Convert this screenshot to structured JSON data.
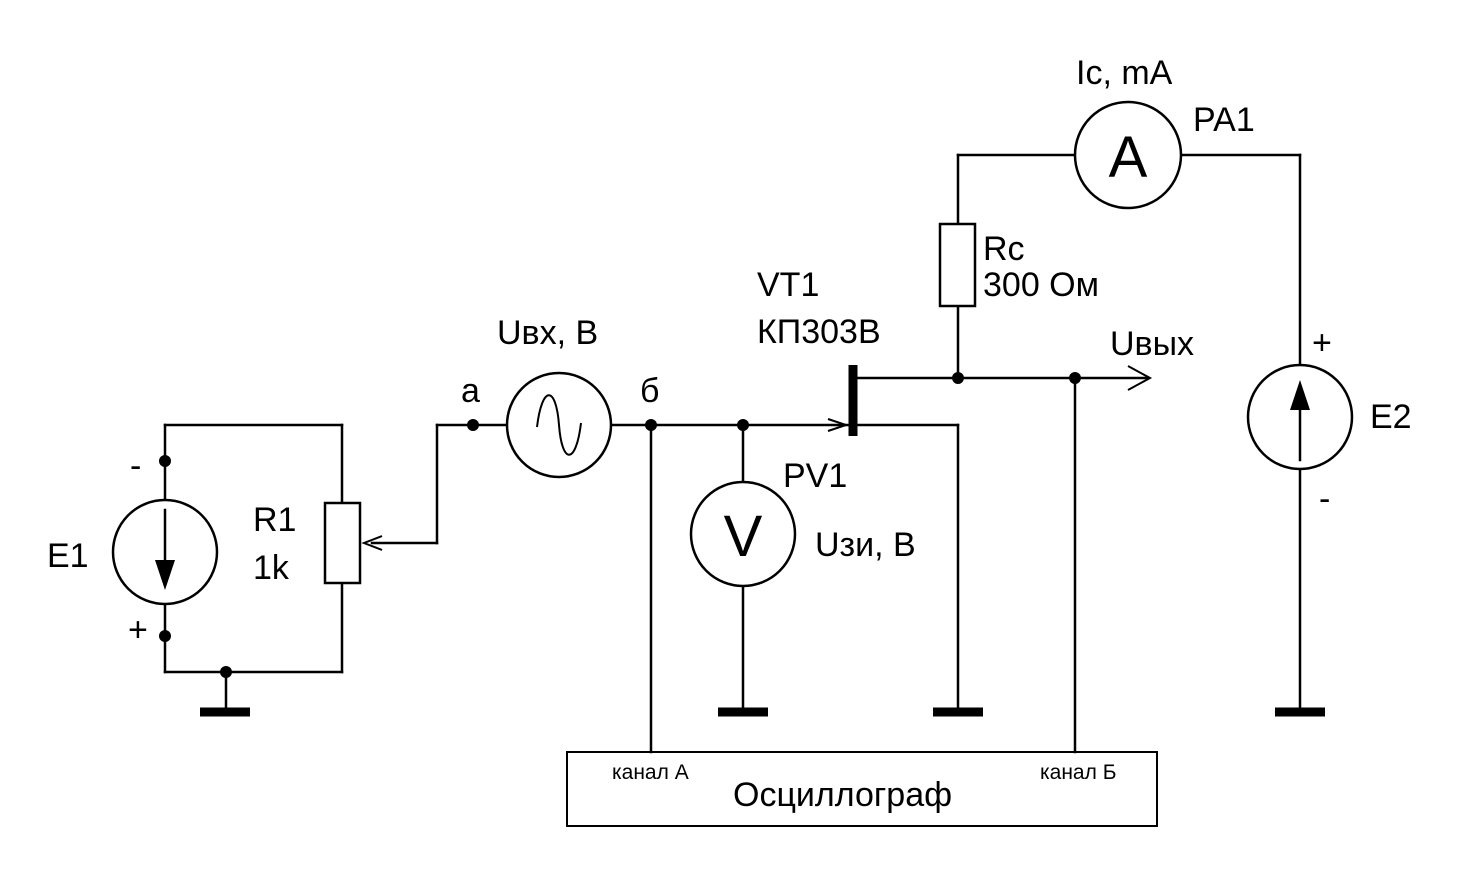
{
  "labels": {
    "e1": "E1",
    "e1_minus": "-",
    "e1_plus": "+",
    "r1_name": "R1",
    "r1_value": "1k",
    "node_a": "a",
    "node_b": "б",
    "uvx": "Uвх, В",
    "vt1_name": "VT1",
    "vt1_type": "КП303В",
    "pv1": "PV1",
    "uzi": "Uзи, В",
    "rc_name": "Rc",
    "rc_value": "300 Ом",
    "ic": "Ic, mA",
    "pa1": "PA1",
    "uvyh": "Uвых",
    "e2": "E2",
    "e2_plus": "+",
    "e2_minus": "-",
    "voltmeter_symbol": "V",
    "ammeter_symbol": "A",
    "channel_a": "канал А",
    "channel_b": "канал Б",
    "oscilloscope": "Осциллограф"
  }
}
